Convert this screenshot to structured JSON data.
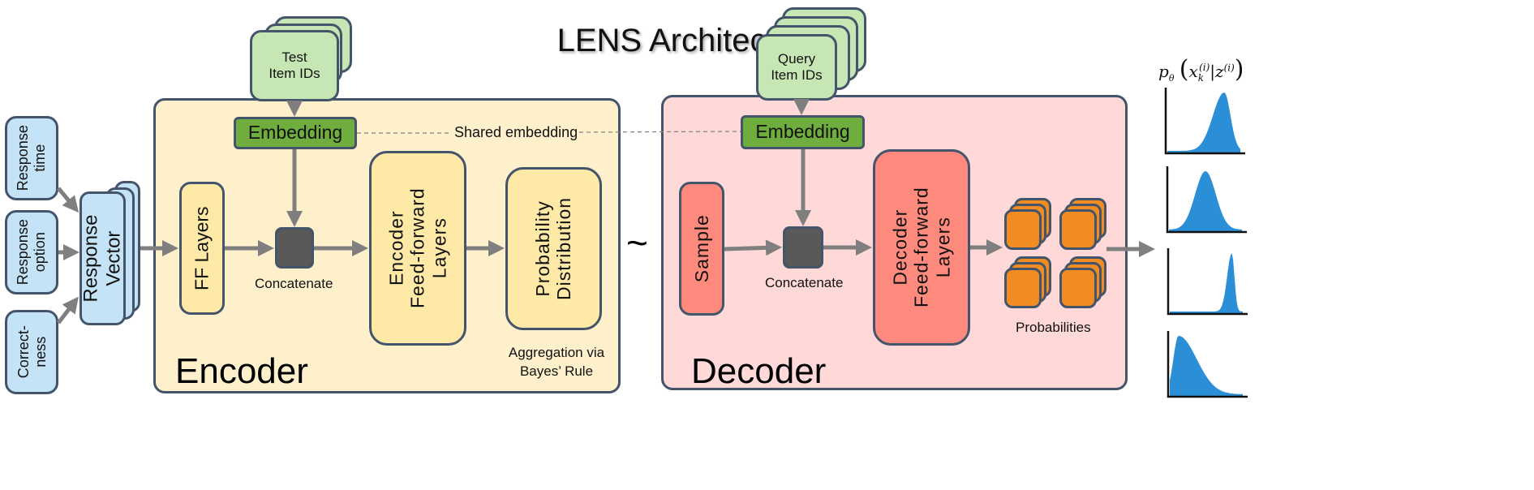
{
  "title": "LENS Architecture",
  "inputs": {
    "response_time": "Response\ntime",
    "response_option": "Response\noption",
    "correctness": "Correct-\nness",
    "response_vector": "Response\nVector"
  },
  "encoder": {
    "label": "Encoder",
    "test_item_ids": "Test\nItem IDs",
    "embedding": "Embedding",
    "ff_layers": "FF Layers",
    "concatenate": "Concatenate",
    "feed_forward": "Encoder\nFeed-forward\nLayers",
    "probability_distribution": "Probability\nDistribution",
    "aggregation_note": "Aggregation via\nBayes’ Rule"
  },
  "shared_embedding": "Shared embedding",
  "tilde": "~",
  "decoder": {
    "label": "Decoder",
    "query_item_ids": "Query\nItem IDs",
    "embedding": "Embedding",
    "sample": "Sample",
    "concatenate": "Concatenate",
    "feed_forward": "Decoder\nFeed-forward\nLayers",
    "probabilities": "Probabilities"
  },
  "output": {
    "formula": "p_θ ( x_k^(i) | z^(i) )",
    "distributions": [
      {
        "shape": "left-skewed",
        "peak": 0.78
      },
      {
        "shape": "symmetric",
        "peak": 0.5
      },
      {
        "shape": "narrow-right",
        "peak": 0.85
      },
      {
        "shape": "right-skewed",
        "peak": 0.12
      }
    ]
  },
  "colors": {
    "input_blue": "#c5e3f6",
    "item_green": "#c6e7b4",
    "embedding_green": "#6fae3e",
    "encoder_bg": "#fff0cc",
    "encoder_block": "#ffe9a6",
    "decoder_bg": "#ffd8d8",
    "decoder_block": "#fd8a7c",
    "probability_orange": "#f08c22",
    "concat_gray": "#595959",
    "distribution_blue": "#2a8fd6",
    "border": "#44546a",
    "arrow": "#7f7f7f"
  }
}
